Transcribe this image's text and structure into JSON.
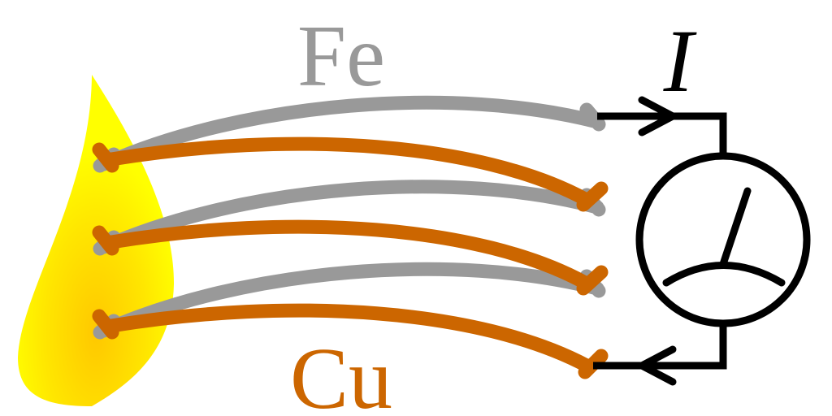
{
  "labels": {
    "iron": "Fe",
    "copper": "Cu",
    "current": "I"
  },
  "colors": {
    "iron": "#999999",
    "copper": "#cc6600",
    "flame_outer": "#ffff00",
    "flame_inner": "#ffcc00",
    "circuit": "#000000"
  },
  "icons": [
    "flame-icon",
    "ammeter-icon",
    "arrow-right-icon",
    "arrow-left-icon"
  ]
}
